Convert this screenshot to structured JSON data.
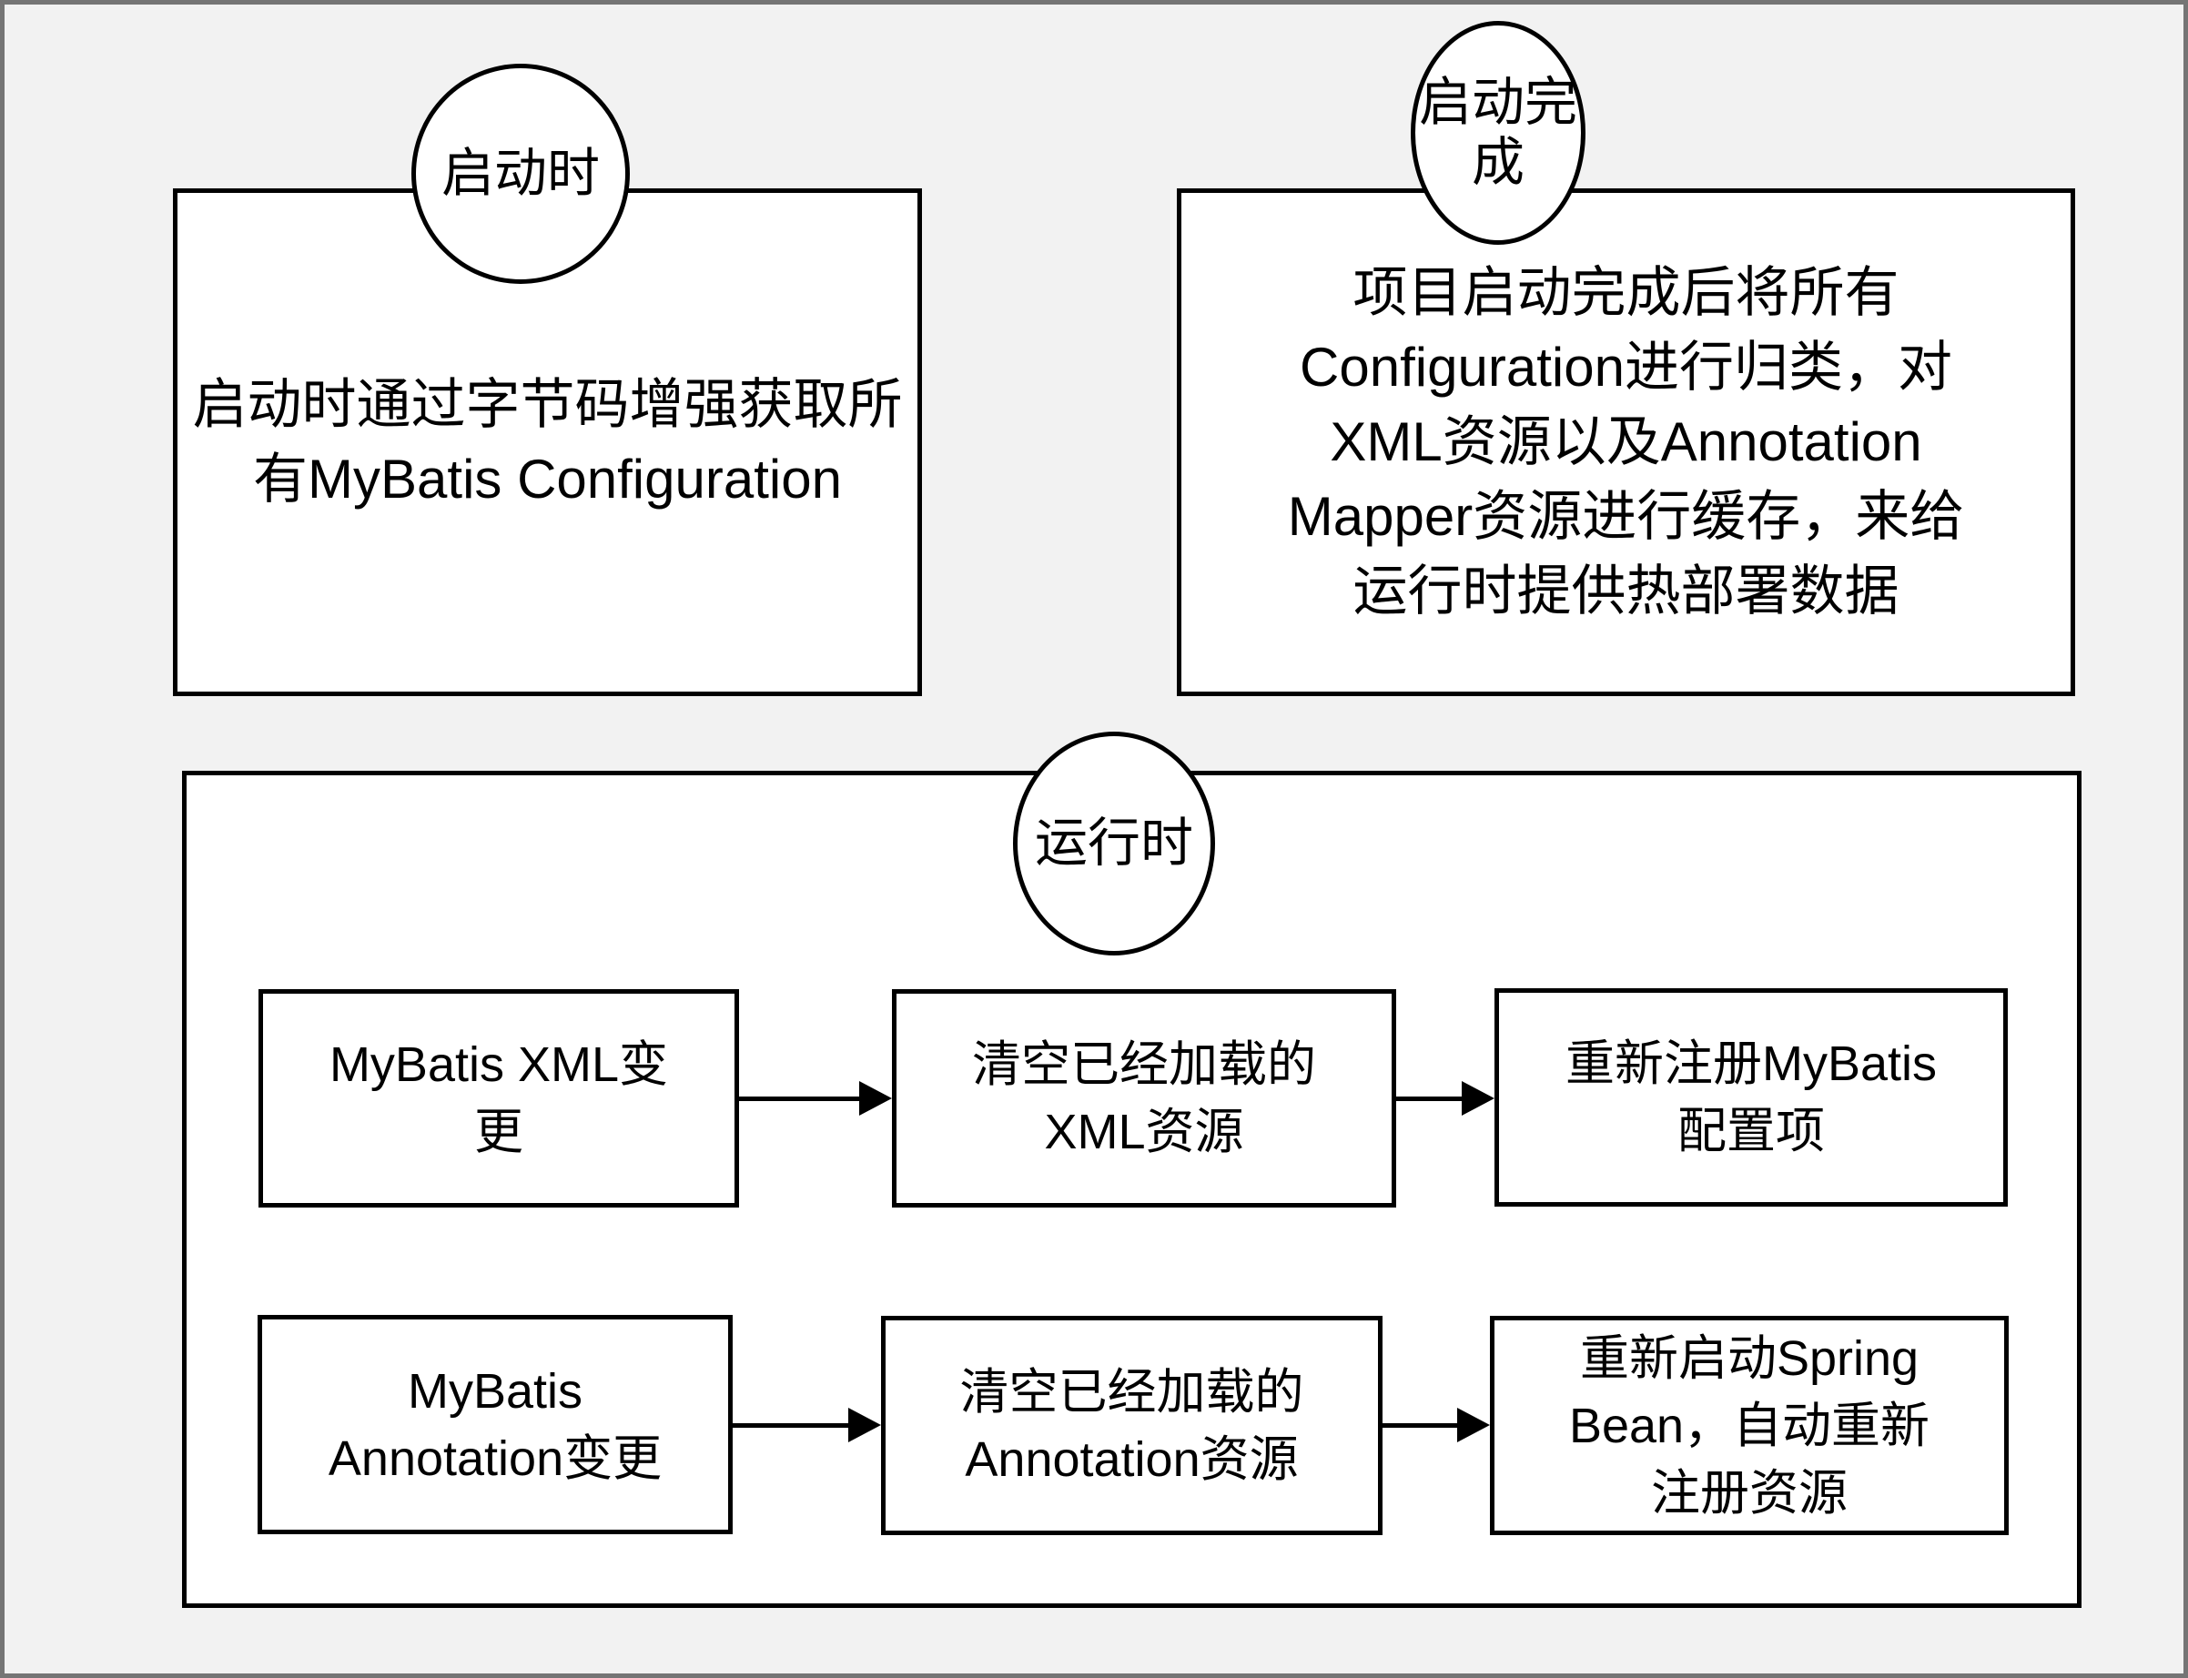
{
  "page": {
    "background_color": "#f2f2f2",
    "frame_color": "#757575",
    "stroke_color": "#000000",
    "node_fill_color": "#ffffff"
  },
  "diagram": {
    "startup": {
      "badge": "启动时",
      "lines": [
        "启动时通过字节码增强获取所",
        "有MyBatis Configuration"
      ]
    },
    "startup_done": {
      "badge_lines": [
        "启动完",
        "成"
      ],
      "lines": [
        "项目启动完成后将所有",
        "Configuration进行归类，对",
        "XML资源以及Annotation",
        "Mapper资源进行缓存，来给",
        "运行时提供热部署数据"
      ]
    },
    "runtime": {
      "badge": "运行时",
      "rows": [
        {
          "steps": [
            {
              "lines": [
                "MyBatis XML变",
                "更"
              ]
            },
            {
              "lines": [
                "清空已经加载的",
                "XML资源"
              ]
            },
            {
              "lines": [
                "重新注册MyBatis",
                "配置项"
              ]
            }
          ]
        },
        {
          "steps": [
            {
              "lines": [
                "MyBatis",
                "Annotation变更"
              ]
            },
            {
              "lines": [
                "清空已经加载的",
                "Annotation资源"
              ]
            },
            {
              "lines": [
                "重新启动Spring",
                "Bean，自动重新",
                "注册资源"
              ]
            }
          ]
        }
      ]
    }
  }
}
